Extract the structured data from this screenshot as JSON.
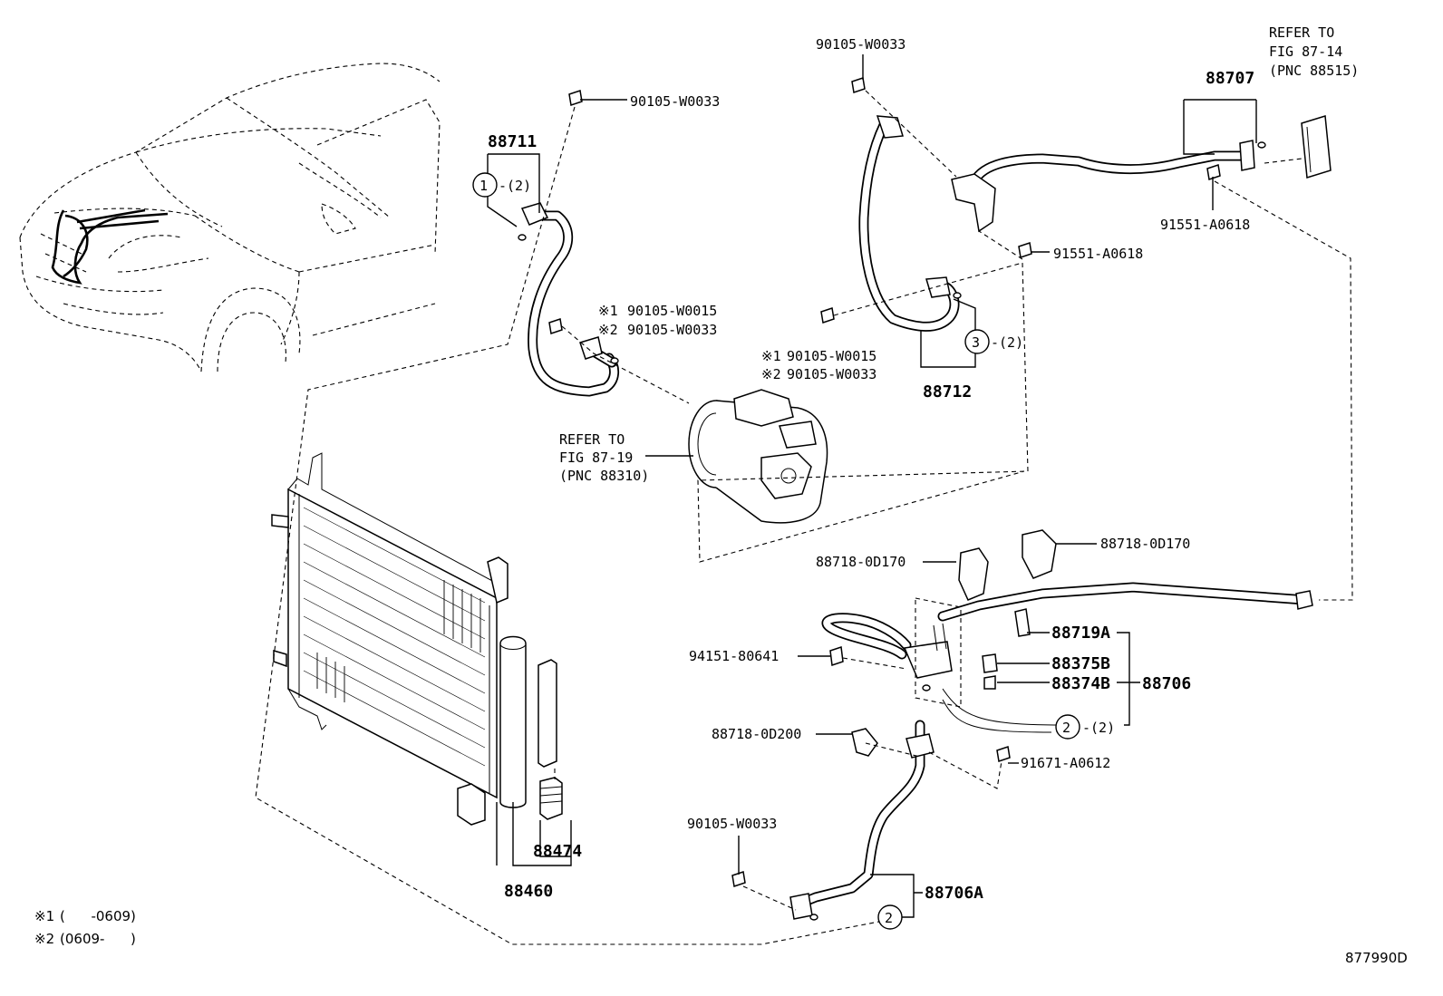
{
  "diagram": {
    "drawing_id": "877990D",
    "notes": [
      {
        "mark": "※1",
        "text": "(      -0609)"
      },
      {
        "mark": "※2",
        "text": "(0609-      )"
      }
    ],
    "refer_compressor": [
      "REFER TO",
      "FIG 87-19",
      "(PNC 88310)"
    ],
    "refer_valve": [
      "REFER TO",
      "FIG 87-14",
      "(PNC 88515)"
    ],
    "parts": {
      "p88711": "88711",
      "p88712": "88712",
      "p88707": "88707",
      "p88706": "88706",
      "p88706A": "88706A",
      "p88474": "88474",
      "p88460": "88460",
      "p88719A": "88719A",
      "p88375B": "88375B",
      "p88374B": "88374B",
      "p90105_W0033_a": "90105-W0033",
      "p90105_W0033_b": "90105-W0033",
      "p90105_W0033_c": "90105-W0033",
      "p90105_W0015_a": "90105-W0015",
      "p90105_W0033_d": "90105-W0033",
      "p90105_W0015_b": "90105-W0015",
      "p90105_W0033_e": "90105-W0033",
      "p91551_A0618_a": "91551-A0618",
      "p91551_A0618_b": "91551-A0618",
      "p88718_0D170_a": "88718-0D170",
      "p88718_0D170_b": "88718-0D170",
      "p88718_0D200": "88718-0D200",
      "p94151_80641": "94151-80641",
      "p91671_A0612": "91671-A0612"
    },
    "marks": {
      "m1": "※1",
      "m2": "※2",
      "c1": "1",
      "c2": "2",
      "c3": "3",
      "qty2": "-(2)"
    }
  }
}
